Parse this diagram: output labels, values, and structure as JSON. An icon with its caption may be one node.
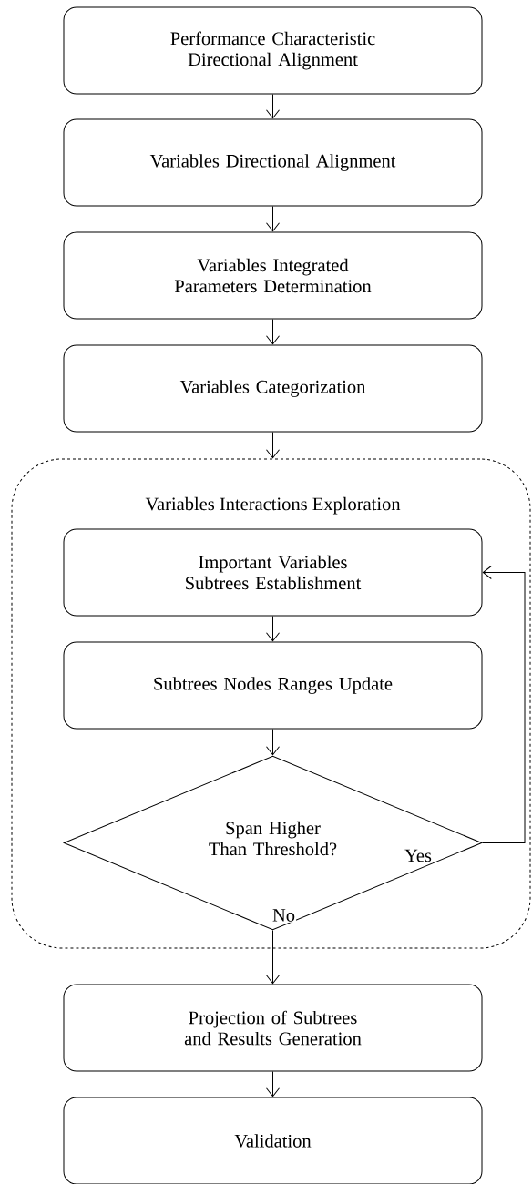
{
  "diagram": {
    "nodes": [
      {
        "text": [
          "Performance Characteristic Directional Alignment"
        ]
      },
      {
        "text": [
          "Variables Directional Alignment"
        ]
      },
      {
        "text": [
          "Variables Integrated Parameters Determination"
        ]
      },
      {
        "text": [
          "Variables Categorization"
        ]
      },
      {
        "text": [
          "Variables Interactions Exploration"
        ]
      },
      {
        "text": [
          "Important Variables Subtrees Establishment"
        ],
        "in": 4
      },
      {
        "text": [
          "Subtrees Nodes Ranges Update"
        ],
        "in": 4
      },
      {
        "text": [
          "Span Higher Than Threshold?"
        ],
        "in": 4
      },
      {
        "text": [
          "Projection of Subtrees and Results Generation"
        ]
      },
      {
        "text": [
          "Validation"
        ]
      }
    ],
    "edges": [
      {
        "from": 0,
        "to": 1,
        "arrow": "to"
      },
      {
        "from": 1,
        "to": 2,
        "arrow": "to"
      },
      {
        "from": 2,
        "to": 3,
        "arrow": "to"
      },
      {
        "from": 3,
        "to": 4,
        "arrow": "to"
      },
      {
        "from": 5,
        "to": 6,
        "arrow": "to"
      },
      {
        "from": 6,
        "to": 7,
        "arrow": "to"
      },
      {
        "from": 7,
        "to": 5,
        "arrow": "to",
        "label": "Yes"
      },
      {
        "from": 7,
        "to": 8,
        "arrow": "to",
        "label": "No"
      },
      {
        "from": 8,
        "to": 9,
        "arrow": "to"
      }
    ]
  }
}
